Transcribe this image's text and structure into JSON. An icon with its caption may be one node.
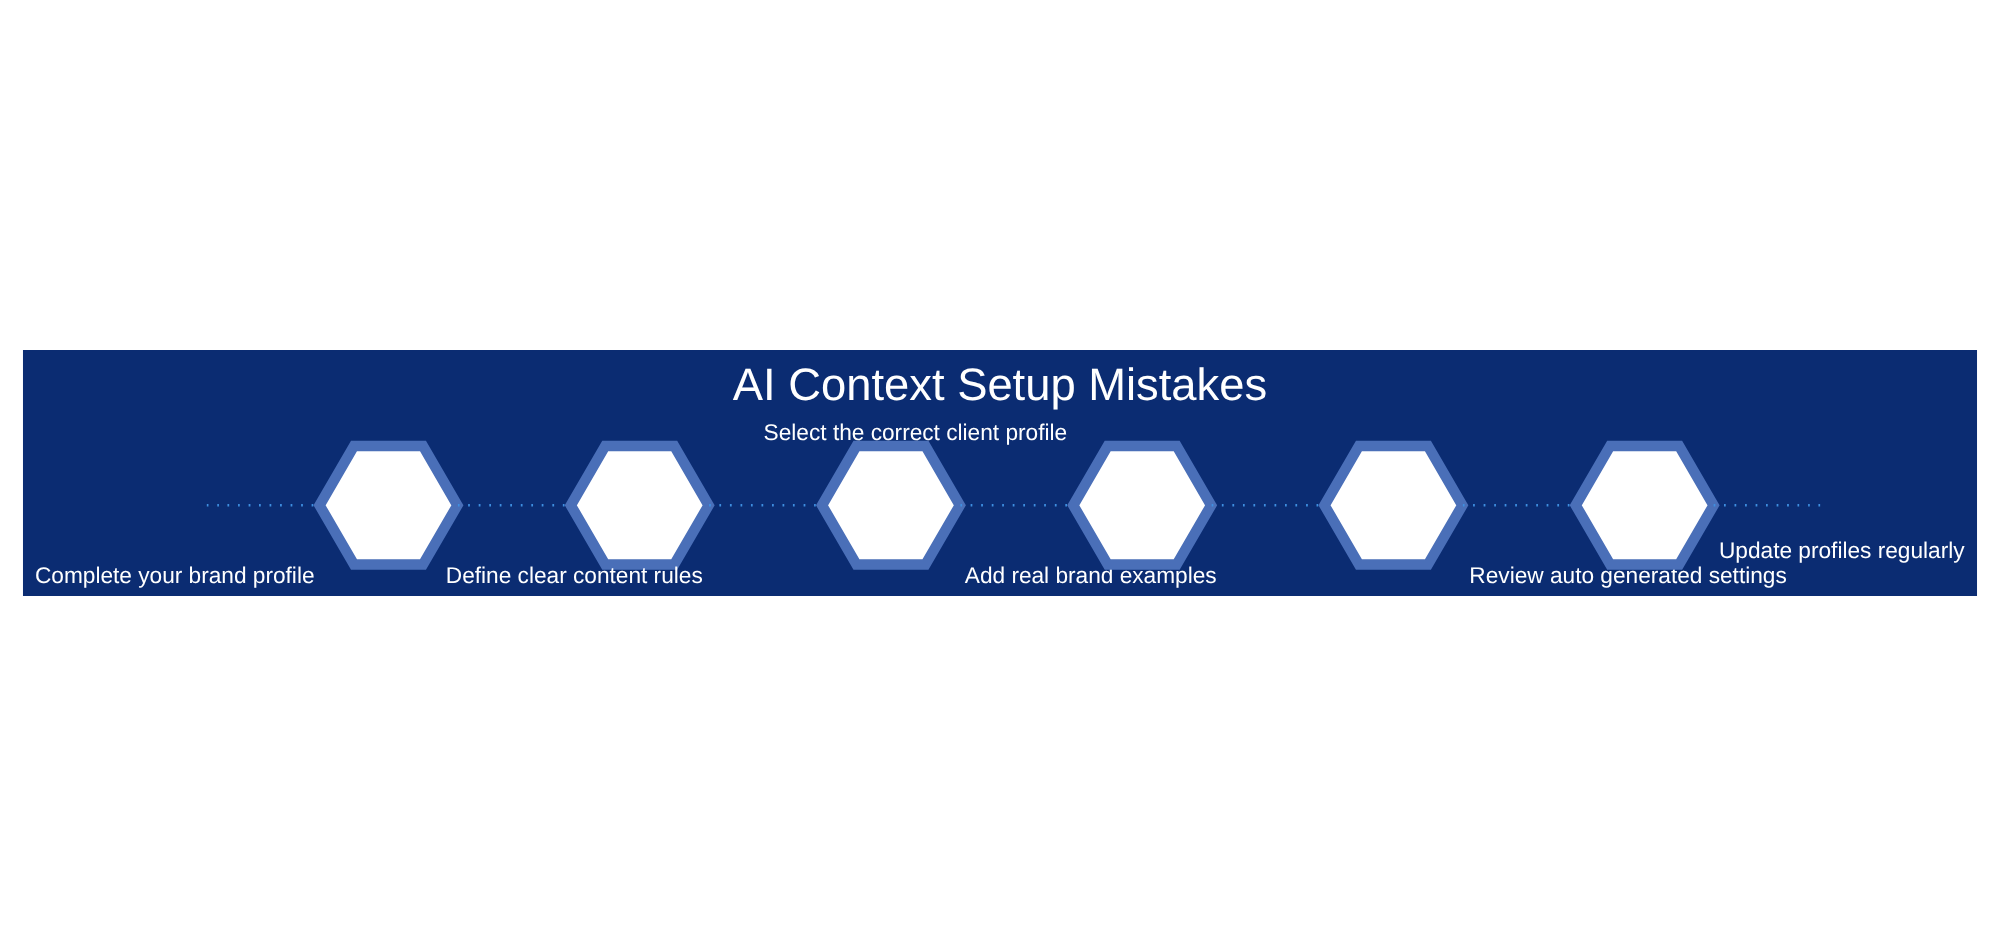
{
  "diagram": {
    "title": "AI Context Setup Mistakes",
    "nodes": [
      {
        "text": [],
        "shape": "hexagon",
        "beside": [
          "Complete your brand profile"
        ]
      },
      {
        "text": [],
        "shape": "hexagon",
        "beside": [
          "Define clear content rules"
        ]
      },
      {
        "text": [],
        "shape": "hexagon",
        "beside": [
          "Add real brand examples"
        ]
      },
      {
        "text": [],
        "shape": "hexagon",
        "beside": [
          "Review auto generated settings"
        ]
      },
      {
        "text": [],
        "shape": "hexagon",
        "beside": [
          "Select the correct client profile"
        ]
      },
      {
        "text": [],
        "shape": "hexagon",
        "beside": [
          "Update profiles regularly"
        ]
      }
    ],
    "edges": [
      {
        "from": null,
        "to": 0,
        "arrow": "none",
        "style": "dashed"
      },
      {
        "from": 0,
        "to": 1,
        "arrow": "none",
        "style": "dashed"
      },
      {
        "from": 1,
        "to": 2,
        "arrow": "none",
        "style": "dashed"
      },
      {
        "from": 2,
        "to": 4,
        "arrow": "none",
        "style": "dashed"
      },
      {
        "from": 4,
        "to": 3,
        "arrow": "none",
        "style": "dashed"
      },
      {
        "from": 3,
        "to": 5,
        "arrow": "none",
        "style": "dashed"
      },
      {
        "from": 5,
        "to": null,
        "arrow": "none",
        "style": "dashed"
      }
    ]
  }
}
